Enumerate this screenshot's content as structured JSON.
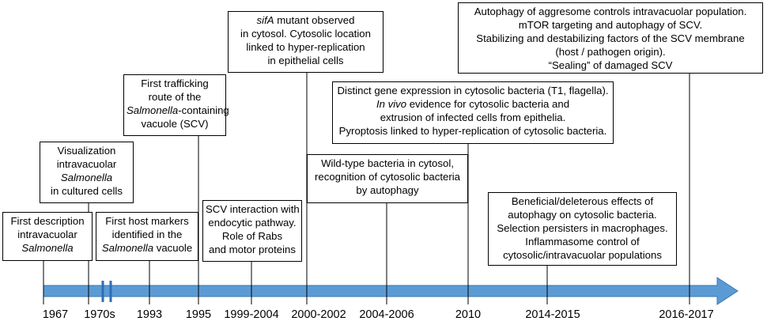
{
  "timeline": {
    "arrow_color": "#5b9bd5",
    "arrow_border_color": "#3a77b0",
    "break_marker_color": "#2e6db4"
  },
  "events": [
    {
      "id": "1967",
      "year": "1967",
      "lines": [
        "First description",
        "intravacuolar",
        "Salmonella"
      ],
      "italic_terms": [
        "Salmonella"
      ]
    },
    {
      "id": "1970s",
      "year": "1970s",
      "lines": [
        "Visualization",
        "intravacuolar",
        "Salmonella",
        "in cultured cells"
      ],
      "italic_terms": [
        "Salmonella"
      ]
    },
    {
      "id": "1993",
      "year": "1993",
      "lines": [
        "First host markers",
        "identified in the",
        "Salmonella vacuole"
      ],
      "italic_terms": [
        "Salmonella"
      ]
    },
    {
      "id": "1995",
      "year": "1995",
      "lines": [
        "First trafficking",
        "route of the",
        "Salmonella-containing",
        "vacuole (SCV)"
      ],
      "italic_terms": [
        "Salmonella"
      ]
    },
    {
      "id": "1999-2004",
      "year": "1999-2004",
      "lines": [
        "SCV interaction with",
        "endocytic pathway.",
        "Role of Rabs",
        "and motor proteins"
      ],
      "italic_terms": []
    },
    {
      "id": "2000-2002",
      "year": "2000-2002",
      "lines": [
        "sifA mutant observed",
        "in cytosol. Cytosolic location",
        "linked to hyper-replication",
        "in epithelial cells"
      ],
      "italic_terms": [
        "sifA"
      ]
    },
    {
      "id": "2004-2006",
      "year": "2004-2006",
      "lines": [
        "Wild-type bacteria in cytosol,",
        "recognition of cytosolic bacteria",
        "by autophagy"
      ],
      "italic_terms": []
    },
    {
      "id": "2010",
      "year": "2010",
      "lines": [
        "Distinct gene expression in cytosolic bacteria (T1, flagella).",
        "In vivo evidence for cytosolic bacteria and",
        "extrusion of infected cells from epithelia.",
        "Pyroptosis linked to hyper-replication of cytosolic bacteria."
      ],
      "italic_terms": [
        "In vivo"
      ]
    },
    {
      "id": "2014-2015",
      "year": "2014-2015",
      "lines": [
        "Beneficial/deleterous effects of",
        "autophagy on cytosolic bacteria.",
        "Selection persisters in macrophages.",
        "Inflammasome control of",
        "cytosolic/intravacuolar populations"
      ],
      "italic_terms": []
    },
    {
      "id": "2016-2017",
      "year": "2016-2017",
      "lines": [
        "Autophagy of aggresome controls intravacuolar population.",
        "mTOR targeting and autophagy of SCV.",
        "Stabilizing and destabilizing factors of the SCV membrane",
        "(host / pathogen origin).",
        "“Sealing” of damaged SCV"
      ],
      "italic_terms": []
    }
  ]
}
